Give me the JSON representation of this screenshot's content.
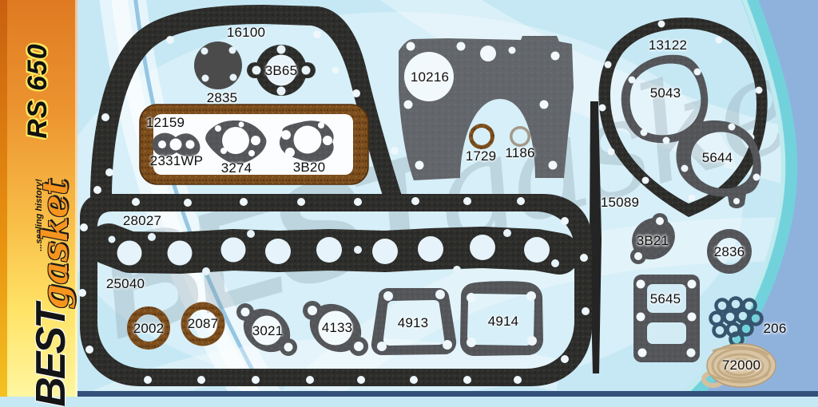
{
  "sidebar": {
    "model": "RS 650",
    "brand": {
      "best": "BEST",
      "gasket": "gasket",
      "tagline": "...sealing history!"
    }
  },
  "watermark": {
    "best": "BEST",
    "gasket": "gasket"
  },
  "colors": {
    "sidebar_orange": "#df7a22",
    "sidebar_yellow": "#fff6a0",
    "background_blue": "#c6e8f5",
    "outer_blue": "#8fb2dd",
    "teal_band": "#72d2dc",
    "bottom_bar_navy": "#31507a",
    "cork_brown": "#7b4d1d",
    "gasket_black": "#2d2d2b",
    "gasket_gray": "#63666b",
    "gasket_dark_gray": "#54565a",
    "rope_tan": "#d9c5a4",
    "washer_blue": "#35566e"
  },
  "parts": {
    "p16100": {
      "label": "16100"
    },
    "p2835": {
      "label": "2835"
    },
    "p3B65": {
      "label": "3B65"
    },
    "p12159": {
      "label": "12159"
    },
    "p2331WP": {
      "label": "2331WP"
    },
    "p3274": {
      "label": "3274"
    },
    "p3B20": {
      "label": "3B20"
    },
    "p10216": {
      "label": "10216"
    },
    "p1729": {
      "label": "1729"
    },
    "p1186": {
      "label": "1186"
    },
    "p13122": {
      "label": "13122"
    },
    "p5043": {
      "label": "5043"
    },
    "p5644": {
      "label": "5644"
    },
    "p15089": {
      "label": "15089"
    },
    "p3B21": {
      "label": "3B21"
    },
    "p2836": {
      "label": "2836"
    },
    "p28027": {
      "label": "28027"
    },
    "p25040": {
      "label": "25040"
    },
    "p5645": {
      "label": "5645"
    },
    "p2002": {
      "label": "2002"
    },
    "p2087": {
      "label": "2087"
    },
    "p3021": {
      "label": "3021"
    },
    "p4133": {
      "label": "4133"
    },
    "p4913": {
      "label": "4913"
    },
    "p4914": {
      "label": "4914"
    },
    "p206": {
      "label": "206"
    },
    "p72000": {
      "label": "72000"
    }
  }
}
